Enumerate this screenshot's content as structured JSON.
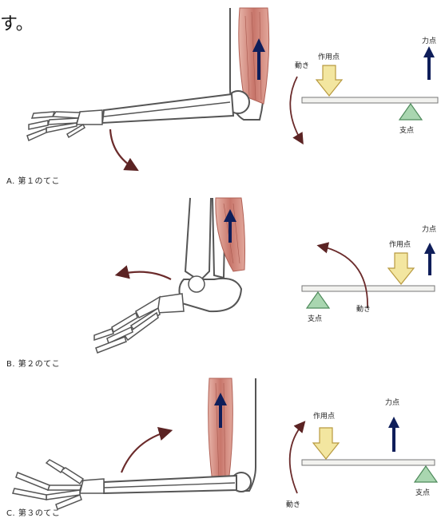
{
  "header_fragment": "す。",
  "labels": {
    "effort": "力点",
    "load": "作用点",
    "fulcrum": "支点",
    "motion": "動き"
  },
  "panels": [
    {
      "id": "A",
      "caption": "A. 第１のてこ"
    },
    {
      "id": "B",
      "caption": "B. 第２のてこ"
    },
    {
      "id": "C",
      "caption": "C. 第３のてこ"
    }
  ],
  "colors": {
    "muscle": "#d98f86",
    "muscle_dark": "#b06055",
    "effort_arrow": "#0f1e5a",
    "load_arrow_fill": "#f3e6a0",
    "load_arrow_stroke": "#b89a40",
    "fulcrum_fill": "#a9d6b0",
    "fulcrum_stroke": "#4e8a5b",
    "bar": "#f2f2ef",
    "motion_arrow": "#6b2b2b",
    "bone_stroke": "#555555"
  }
}
